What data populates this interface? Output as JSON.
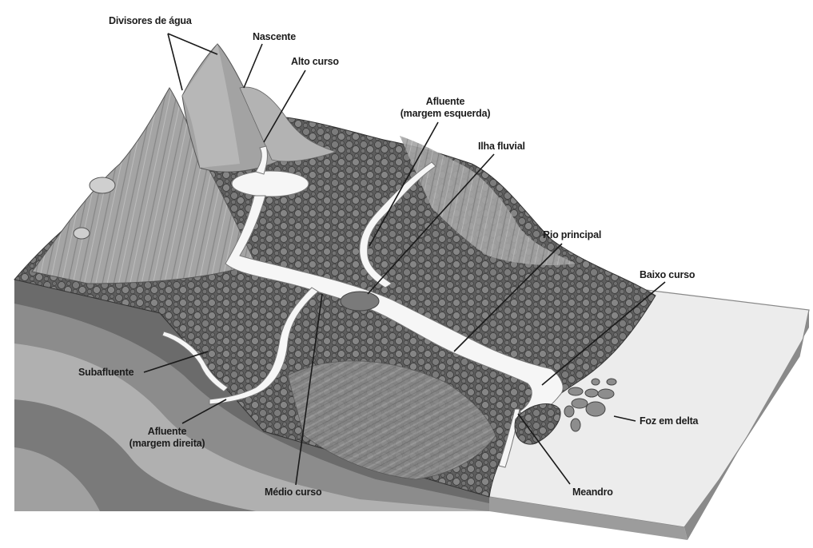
{
  "labels": {
    "divisores": "Divisores de água",
    "nascente": "Nascente",
    "alto_curso": "Alto curso",
    "afluente_esq_1": "Afluente",
    "afluente_esq_2": "(margem esquerda)",
    "ilha_fluvial": "Ilha fluvial",
    "rio_principal": "Rio principal",
    "baixo_curso": "Baixo curso",
    "subafluente": "Subafluente",
    "afluente_dir_1": "Afluente",
    "afluente_dir_2": "(margem direita)",
    "medio_curso": "Médio curso",
    "meandro": "Meandro",
    "foz_delta": "Foz em delta"
  },
  "colors": {
    "sea": "#ececec",
    "water": "#f6f6f6",
    "forest": "#595959",
    "mountain": "#a3a3a3",
    "soil_dark": "#6b6b6b",
    "soil_light": "#9a9a9a"
  }
}
